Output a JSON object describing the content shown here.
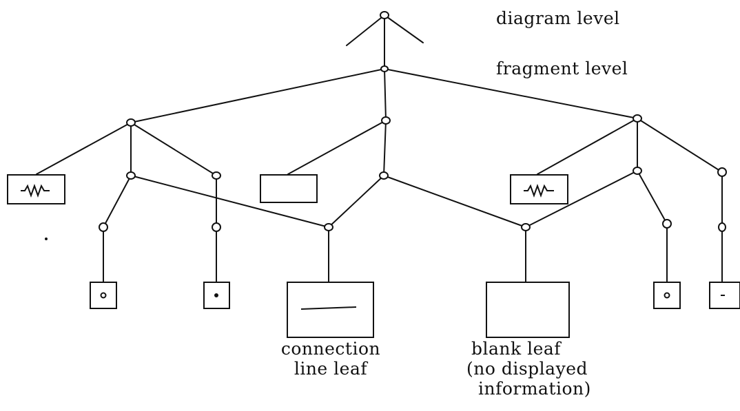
{
  "labels": {
    "diagram_level": "diagram level",
    "fragment_level": "fragment level",
    "connection_leaf": [
      "connection",
      "line leaf"
    ],
    "blank_leaf": [
      "blank leaf",
      "(no displayed",
      "information)"
    ]
  },
  "colors": {
    "ink": "#111111",
    "paper": "#ffffff"
  },
  "leaf_kinds": [
    "resistor",
    "empty-box",
    "circle-terminal",
    "dot-terminal",
    "connection-line",
    "blank",
    "dash-terminal"
  ]
}
